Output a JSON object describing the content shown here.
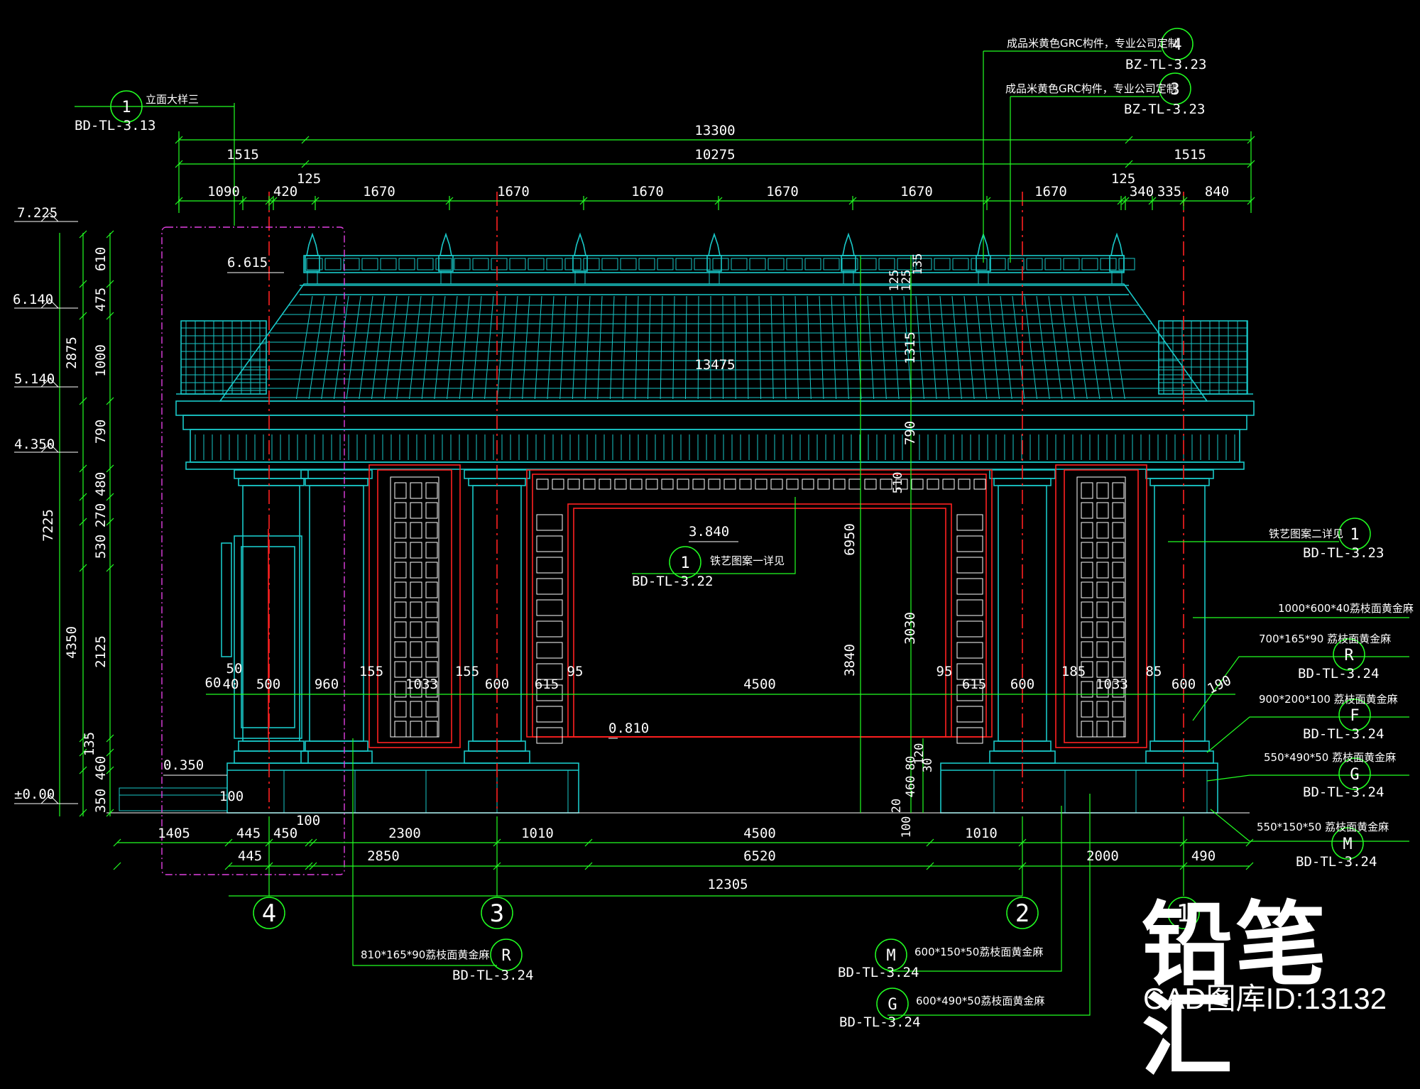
{
  "brand": {
    "name": "铅笔汇",
    "library_id": "CAD图库ID:13132"
  },
  "callouts": [
    {
      "num": "1",
      "code": "BD-TL-3.13",
      "note": "立面大样三"
    },
    {
      "num": "4",
      "code": "BZ-TL-3.23",
      "note": "成品米黄色GRC构件，专业公司定制"
    },
    {
      "num": "3",
      "code": "BZ-TL-3.23",
      "note": "成品米黄色GRC构件，专业公司定制"
    },
    {
      "num": "1",
      "code": "BD-TL-3.22",
      "note": "铁艺图案一详见"
    },
    {
      "num": "1",
      "code": "BD-TL-3.23",
      "note": "铁艺图案二详见"
    },
    {
      "num": "R",
      "code": "BD-TL-3.24",
      "note": "700*165*90 荔枝面黄金麻"
    },
    {
      "num": "F",
      "code": "BD-TL-3.24",
      "note": "900*200*100 荔枝面黄金麻"
    },
    {
      "num": "G",
      "code": "BD-TL-3.24",
      "note": "550*490*50 荔枝面黄金麻"
    },
    {
      "num": "M",
      "code": "BD-TL-3.24",
      "note": "550*150*50 荔枝面黄金麻"
    },
    {
      "num": "R",
      "code": "BD-TL-3.24",
      "note": "810*165*90荔枝面黄金麻"
    },
    {
      "num": "M",
      "code": "BD-TL-3.24",
      "note": "600*150*50荔枝面黄金麻"
    },
    {
      "num": "G",
      "code": "BD-TL-3.24",
      "note": "600*490*50荔枝面黄金麻"
    }
  ],
  "material_note": "1000*600*40荔枝面黄金麻",
  "dims_top": {
    "overall": "13300",
    "row2": [
      "1515",
      "10275",
      "1515"
    ],
    "row3": [
      "1090",
      "420",
      "125",
      "1670",
      "1670",
      "1670",
      "1670",
      "1670",
      "1670",
      "125",
      "340",
      "335",
      "840"
    ]
  },
  "levels": [
    "7.225",
    "6.140",
    "5.140",
    "4.350",
    "±0.00",
    "6.615",
    "3.840",
    "0.810",
    "0.350"
  ],
  "dims_left": {
    "outer": [
      "2875",
      "7225",
      "4350"
    ],
    "inner": [
      "610",
      "475",
      "1000",
      "790",
      "480",
      "270",
      "530",
      "2125",
      "135",
      "460",
      "350"
    ]
  },
  "dims_center": [
    "125",
    "125",
    "135",
    "1315",
    "13475",
    "790",
    "510",
    "6950",
    "3030",
    "3840",
    "120",
    "80",
    "30",
    "460",
    "20",
    "100"
  ],
  "dims_mid": [
    "60",
    "40",
    "50",
    "500",
    "960",
    "155",
    "1033",
    "155",
    "600",
    "615",
    "95",
    "4500",
    "95",
    "615",
    "600",
    "185",
    "1033",
    "85",
    "600",
    "190",
    "50",
    "100"
  ],
  "dims_bottom": {
    "row1": [
      "1405",
      "445",
      "450",
      "100",
      "2300",
      "1010",
      "4500",
      "1010"
    ],
    "row2": [
      "445",
      "2850",
      "6520",
      "2000",
      "490"
    ],
    "overall": "12305"
  },
  "axes": [
    "4",
    "3",
    "2",
    "1"
  ]
}
